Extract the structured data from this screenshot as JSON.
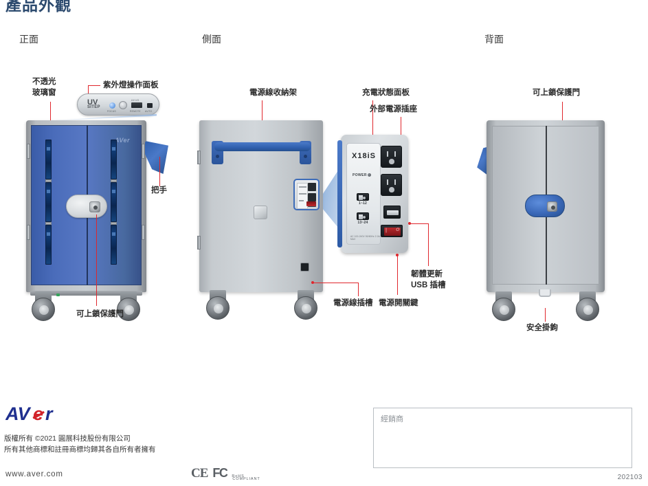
{
  "document": {
    "title": "產品外觀",
    "doc_code": "202103"
  },
  "views": [
    {
      "name": "front",
      "label": "正面"
    },
    {
      "name": "side",
      "label": "側面"
    },
    {
      "name": "rear",
      "label": "背面"
    }
  ],
  "callouts": {
    "front": [
      {
        "name": "opaque-glass-window",
        "label": "不透光\n玻璃窗"
      },
      {
        "name": "uv-lamp-control-panel",
        "label": "紫外燈操作面板"
      },
      {
        "name": "handle",
        "label": "把手"
      },
      {
        "name": "lockable-protective-door",
        "label": "可上鎖保護門"
      }
    ],
    "side": [
      {
        "name": "power-cord-storage-rack",
        "label": "電源線收納架"
      },
      {
        "name": "charging-status-panel",
        "label": "充電狀態面板"
      },
      {
        "name": "external-power-socket",
        "label": "外部電源插座"
      },
      {
        "name": "firmware-update-usb-slot",
        "label": "韌體更新\nUSB 插槽"
      },
      {
        "name": "power-cord-slot",
        "label": "電源線插槽"
      },
      {
        "name": "power-switch-button",
        "label": "電源開關鍵"
      }
    ],
    "rear": [
      {
        "name": "lockable-protective-door",
        "label": "可上鎖保護門"
      },
      {
        "name": "safety-hook",
        "label": "安全掛鉤"
      }
    ]
  },
  "uv_panel": {
    "brand_text": "UV",
    "sub_text": "SITEP",
    "micro_labels": [
      "FOCUS",
      "REMOTE",
      "AUTO",
      "MANUAL",
      "UV I/O"
    ]
  },
  "detail_panel": {
    "model": "X18iS",
    "power_label": "POWER",
    "switch_labels": [
      "1~12",
      "13~24"
    ],
    "regulatory_text": "AC 100-240V 50/60Hz 2.0A MAX"
  },
  "footer": {
    "logo_text_a": "AV",
    "logo_text_e": "e",
    "logo_text_r": "r",
    "copyright_line1": "版權所有 ©2021 圓展科技股份有限公司",
    "copyright_line2": "所有其他商標和註冊商標均歸其各自所有者擁有",
    "website": "www.aver.com",
    "cert_ce": "CE",
    "cert_fc": "FC",
    "cert_rohs": "RoHS",
    "cert_rohs_sub": "COMPLIANT",
    "dealer_label": "經銷商"
  },
  "colors": {
    "title_blue": "#2c4a6e",
    "leader_red": "#e0262c",
    "door_blue": "#4a6cba",
    "logo_navy": "#1f2f8f",
    "logo_red": "#d2232a",
    "cabinet_grey": "#c9ced2"
  }
}
